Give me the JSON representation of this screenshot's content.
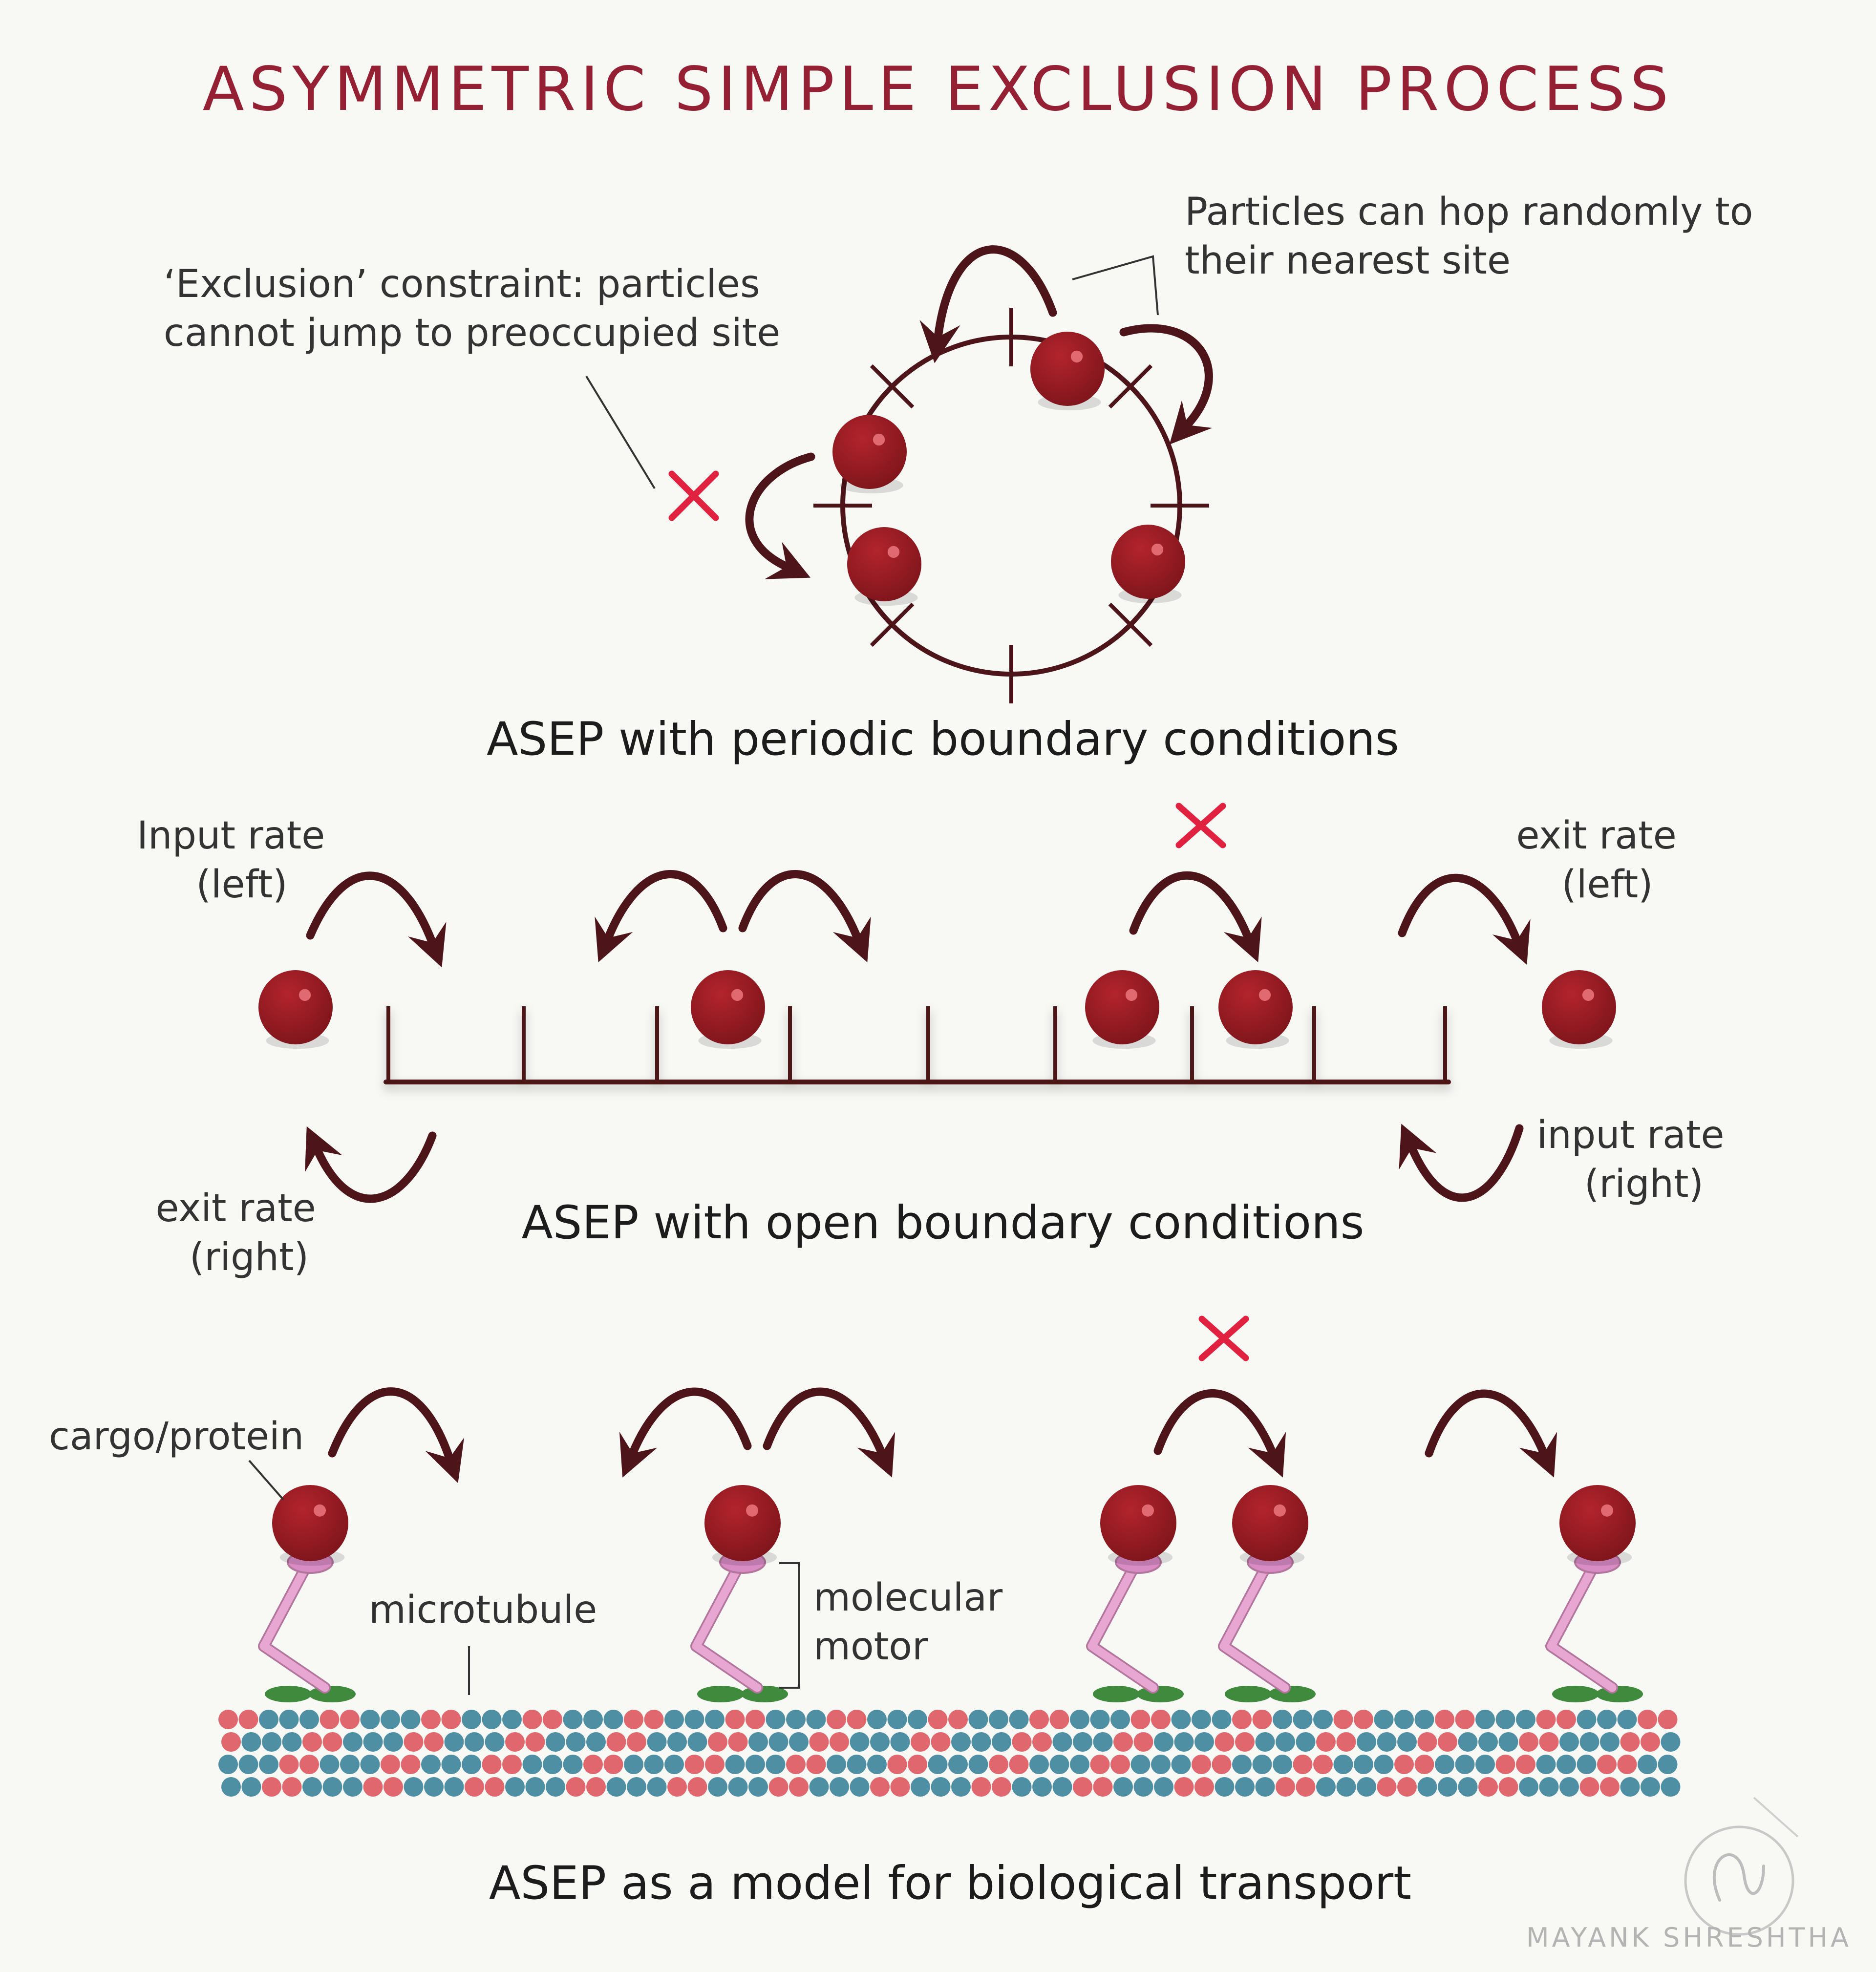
{
  "title": "ASYMMETRIC SIMPLE EXCLUSION PROCESS",
  "periodic": {
    "caption": "ASEP with periodic boundary conditions",
    "hop_note": [
      "Particles can hop randomly to",
      "their nearest site"
    ],
    "exclusion_note": [
      "‘Exclusion’ constraint: particles",
      "cannot jump to preoccupied site"
    ]
  },
  "open": {
    "caption": "ASEP with open boundary conditions",
    "input_left": [
      "Input rate",
      "(left)"
    ],
    "exit_left": [
      "exit rate",
      "(left)"
    ],
    "exit_right": [
      "exit rate",
      "(right)"
    ],
    "input_right": [
      "input rate",
      "(right)"
    ]
  },
  "bio": {
    "caption": "ASEP as a model for biological transport",
    "cargo": "cargo/protein",
    "microtubule": "microtubule",
    "motor": [
      "molecular",
      "motor"
    ]
  },
  "signature": "MAYANK SHRESHTHA",
  "colors": {
    "background": "#f8f8f5",
    "title": "#962033",
    "particle": "#8e1a22",
    "arrow": "#4d1419",
    "blocked_mark": "#e0213f",
    "tubulin_a": "#e0676d",
    "tubulin_b": "#4f8fa3",
    "motor_stalk": "#e8a7d2",
    "motor_feet": "#3f8a3c"
  }
}
